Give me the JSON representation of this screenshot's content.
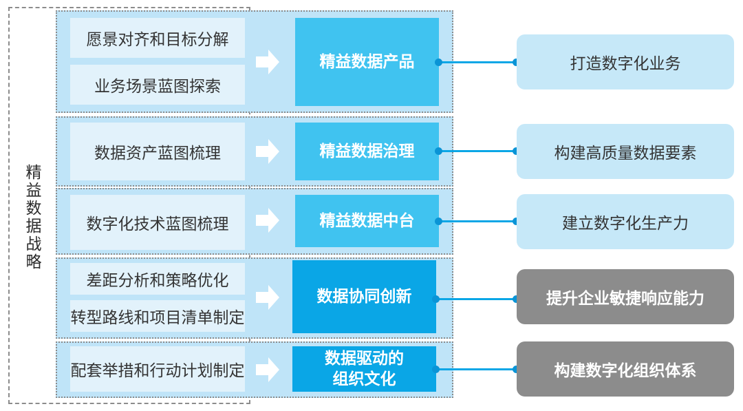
{
  "strategy_label": "精\n益\n数\n据\n战\n略",
  "rows": [
    {
      "tasks": [
        "愿景对齐和目标分解",
        "业务场景蓝图探索"
      ],
      "product": "精益数据产品",
      "outcome": "打造数字化业务"
    },
    {
      "tasks": [
        "数据资产蓝图梳理"
      ],
      "product": "精益数据治理",
      "outcome": "构建高质量数据要素"
    },
    {
      "tasks": [
        "数字化技术蓝图梳理"
      ],
      "product": "精益数据中台",
      "outcome": "建立数字化生产力"
    },
    {
      "tasks": [
        "差距分析和策略优化",
        "转型路线和项目清单制定"
      ],
      "product": "数据协同创新",
      "outcome": "提升企业敏捷响应能力"
    },
    {
      "tasks": [
        "配套举措和行动计划制定"
      ],
      "product": "数据驱动的\n组织文化",
      "outcome": "构建数字化组织体系"
    }
  ],
  "colors": {
    "panel": "#bfe4f8",
    "task": "#e2f2fb",
    "product_light": "#40c3f0",
    "product_dark": "#0aa6e6",
    "outcome_blue": "#c6e8f8",
    "outcome_gray": "#8c8c8c",
    "connector": "#0aa6e6"
  }
}
